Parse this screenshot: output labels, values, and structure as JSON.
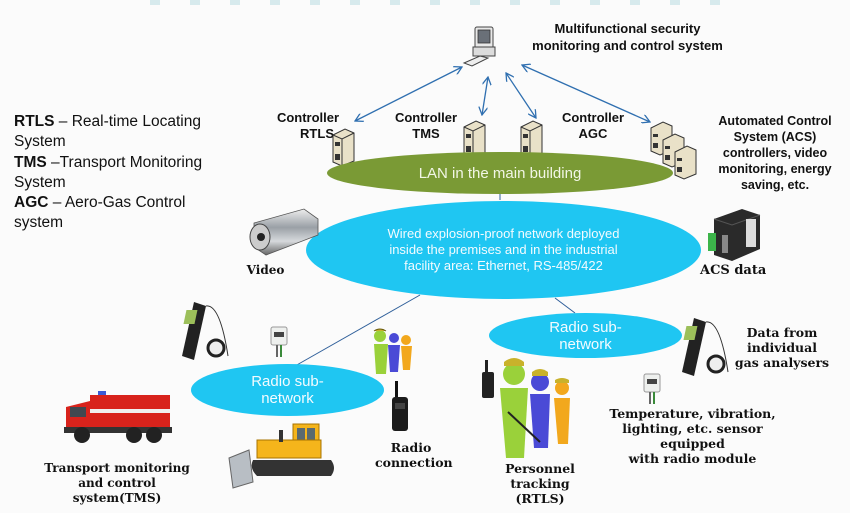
{
  "central_system": {
    "label_line1": "Multifunctional security",
    "label_line2": "monitoring and control system",
    "icon": "computer-workstation-icon"
  },
  "legend": [
    {
      "abbr": "RTLS",
      "sep": " – ",
      "text": "Real-time Locating System"
    },
    {
      "abbr": "TMS",
      "sep": " –",
      "text": "Transport Monitoring System"
    },
    {
      "abbr": "AGC",
      "sep": " – ",
      "text": "Aero-Gas Control system"
    }
  ],
  "controllers": [
    {
      "line1": "Controller",
      "line2": "RTLS",
      "icon": "server-icon"
    },
    {
      "line1": "Controller",
      "line2": "TMS",
      "icon": "server-icon"
    },
    {
      "line1": "Controller",
      "line2": "AGC",
      "icon": "server-icon"
    }
  ],
  "acs_controllers": {
    "lines": [
      "Automated Control",
      "System (ACS)",
      "controllers, video",
      "monitoring, energy",
      "saving, etc."
    ],
    "icon": "server-cluster-icon"
  },
  "lan": {
    "label": "LAN in the main building",
    "color": "#7a9a35"
  },
  "wired_network": {
    "lines": [
      "Wired explosion-proof network deployed",
      "inside the premises and in  the industrial",
      "facility area: Ethernet, RS-485/422"
    ],
    "color": "#1fc6f2"
  },
  "video": {
    "label": "Video",
    "icon": "video-camera-icon"
  },
  "acs_data": {
    "label": "ACS data",
    "icon": "acs-controller-module-icon"
  },
  "radio_subnetworks": [
    {
      "line1": "Radio sub-",
      "line2": "network"
    },
    {
      "line1": "Radio sub-",
      "line2": "network"
    }
  ],
  "tms": {
    "line1": "Transport monitoring",
    "line2": "and control system(TMS)",
    "icons": [
      "fire-truck-icon",
      "bulldozer-icon"
    ]
  },
  "radio_connection": {
    "line1": "Radio",
    "line2": "connection",
    "icon": "walkie-talkie-icon"
  },
  "personnel": {
    "line1": "Personnel tracking",
    "line2": "(RTLS)",
    "icon": "miners-icon"
  },
  "sensor": {
    "lines": [
      "Temperature, vibration,",
      "lighting, etc. sensor equipped",
      "with radio module"
    ],
    "icon": "sensor-module-icon"
  },
  "gas_analysers": {
    "lines": [
      "Data from",
      "individual",
      "gas analysers"
    ],
    "icon": "gas-analyser-icon"
  },
  "colors": {
    "arrow": "#2f6fb0",
    "line": "#2f5f9a"
  }
}
